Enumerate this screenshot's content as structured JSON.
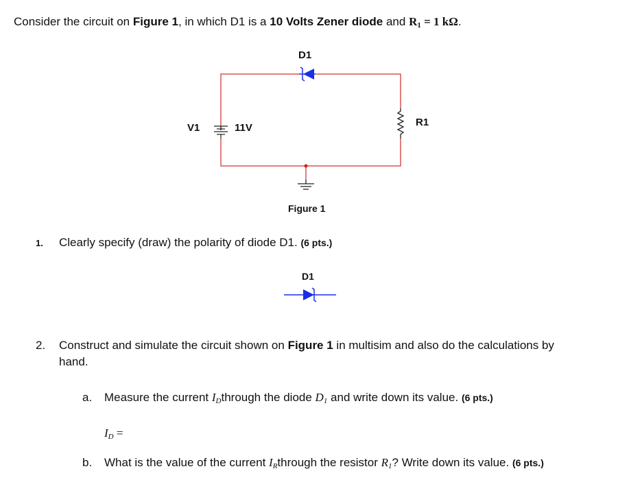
{
  "intro": {
    "prefix": "Consider the circuit on ",
    "figure_ref": "Figure 1",
    "middle": ", in which D1 is a ",
    "diode_desc": "10 Volts Zener diode",
    "and": " and ",
    "r_symbol": "R",
    "r_sub": "1",
    "r_value": " = 1 kΩ",
    "end": "."
  },
  "figure1": {
    "d1_label": "D1",
    "v1_label": "V1",
    "v1_value": "11V",
    "r1_label": "R1",
    "caption": "Figure 1"
  },
  "q1": {
    "number": "1.",
    "text": "Clearly specify (draw) the polarity of diode D1.",
    "points": "(6 pts.)",
    "diode_label": "D1"
  },
  "q2": {
    "number": "2.",
    "text_a": "Construct  and simulate the circuit shown on ",
    "figure_ref": "Figure 1",
    "text_b": " in multisim and also do the calculations by",
    "text_c": "hand."
  },
  "q2a": {
    "letter": "a.",
    "pre": "Measure the current ",
    "cur_sym": "I",
    "cur_sub": "D",
    "mid": "through the diode ",
    "dev_sym": "D",
    "dev_sub": "1",
    "post": " and write down its value.",
    "points": "(6 pts.)",
    "ans_sym": "I",
    "ans_sub": "D",
    "ans_eq": " ="
  },
  "q2b": {
    "letter": "b.",
    "pre": "What is the value of the current ",
    "cur_sym": "I",
    "cur_sub": "R",
    "mid": "through the resistor ",
    "dev_sym": "R",
    "dev_sub": "1",
    "post": "? Write down its value.",
    "points": "(6 pts.)"
  },
  "colors": {
    "wire": "#d9534f",
    "component": "#1a2ee6",
    "junction": "#cc2222"
  }
}
